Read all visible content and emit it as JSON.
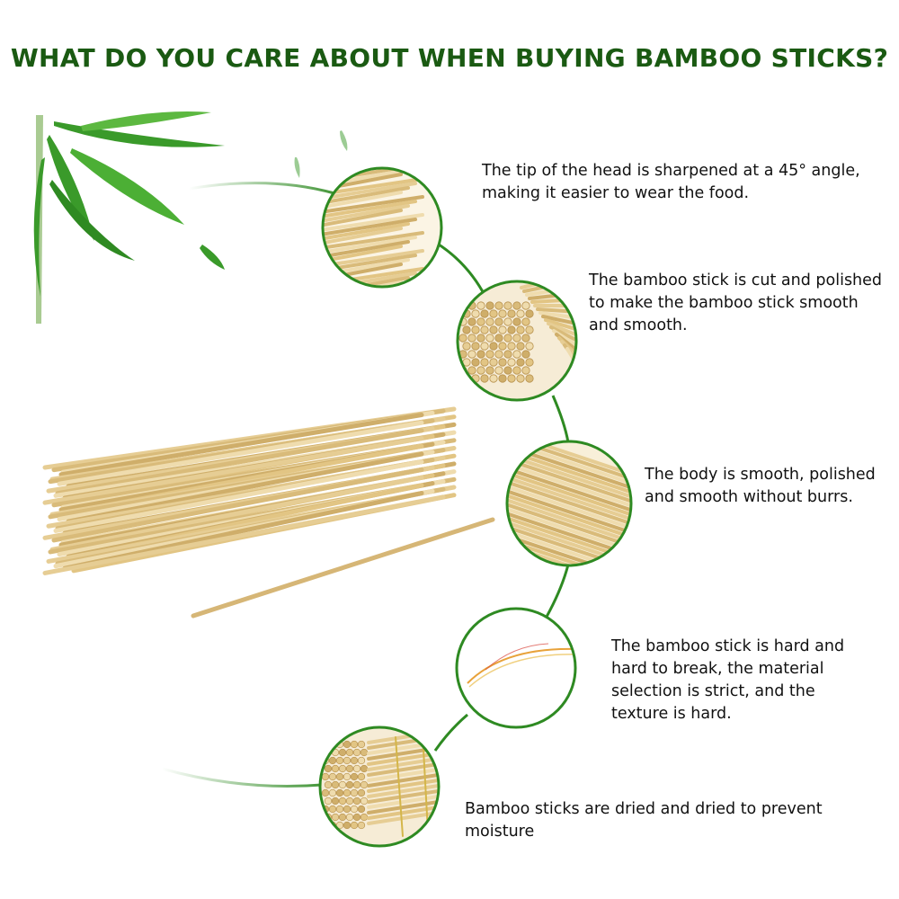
{
  "title": "WHAT DO YOU CARE ABOUT WHEN BUYING BAMBOO STICKS?",
  "colors": {
    "title": "#1a5a12",
    "arc": "#2e8a22",
    "ring": "#2e8a22",
    "bamboo": "#e3c88f",
    "leaf": "#3a9a2a"
  },
  "features": [
    {
      "text": "The tip of the head is sharpened at a 45° angle,\nmaking it easier to wear the food."
    },
    {
      "text": "The bamboo stick is cut and polished\n to make the bamboo stick smooth\n and smooth."
    },
    {
      "text": "The body is smooth, polished\nand smooth without burrs."
    },
    {
      "text": "The bamboo stick is hard and\nhard to break, the material\nselection is strict, and the\ntexture is hard."
    },
    {
      "text": "Bamboo sticks are dried and dried to prevent\n moisture"
    }
  ]
}
